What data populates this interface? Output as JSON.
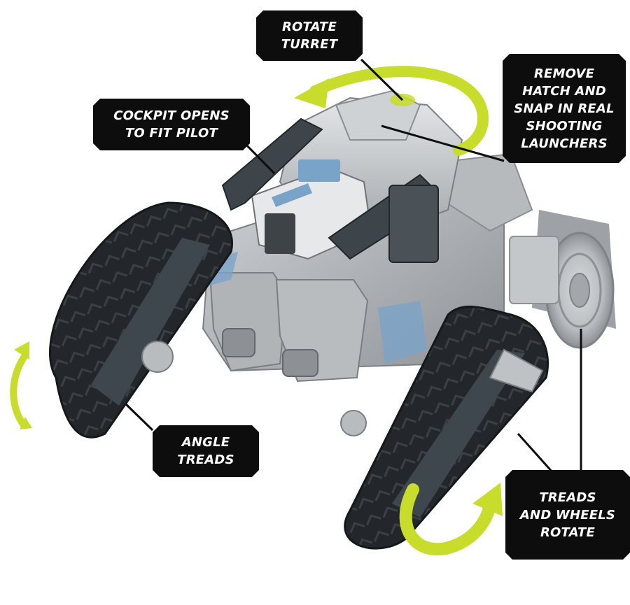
{
  "callouts": {
    "rotate_turret": [
      "ROTATE",
      "TURRET"
    ],
    "cockpit": [
      "COCKPIT OPENS",
      "TO FIT PILOT"
    ],
    "hatch": [
      "REMOVE",
      "HATCH AND",
      "SNAP IN REAL",
      "SHOOTING",
      "LAUNCHERS"
    ],
    "angle_treads": [
      "ANGLE",
      "TREADS"
    ],
    "treads_wheels": [
      "TREADS",
      "AND WHEELS",
      "ROTATE"
    ]
  },
  "colors": {
    "arrow": "#c8dc2c",
    "label_bg": "#0d0d0d",
    "label_text": "#ffffff",
    "tread": "#262a2e",
    "body_gray": "#a9adb1",
    "accent_blue": "#7aa3c8"
  }
}
